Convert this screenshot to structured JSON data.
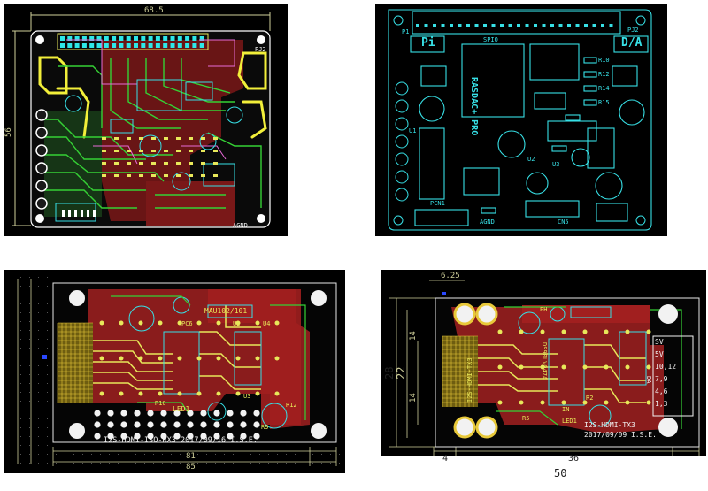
{
  "panel1": {
    "dim_top": "68.5",
    "dim_left": "56",
    "label_pj2": "PJ2",
    "label_agnd": "AGND"
  },
  "panel2": {
    "label_pi": "Pi",
    "label_da": "D/A",
    "label_p1": "P1",
    "label_pj2": "PJ2",
    "label_board": "RASDAC+ PRO",
    "label_spio": "SPIO",
    "label_agnd": "AGND",
    "label_pcn1": "PCN1",
    "label_cn5": "CN5",
    "label_u1": "U1",
    "label_u2": "U2",
    "label_u3": "U3",
    "label_r10": "R10",
    "label_r12": "R12",
    "label_r14": "R14",
    "label_r15": "R15"
  },
  "panel3": {
    "silk_title": "I2S-HDMI-ISO-RX3  2017/09/16  I.S.E.",
    "label_mau": "MAU102/101",
    "label_led1": "LED1",
    "label_bottom_dim": "81",
    "label_bottom_dim2": "85",
    "label_pc6": "PC6",
    "label_u2": "U2",
    "label_u3": "U3",
    "label_u4": "U4",
    "label_r9": "R9",
    "label_r10": "R10",
    "label_r12": "R12"
  },
  "panel4": {
    "silk_title": "I2S-HDMI-TX3",
    "silk_date": "2017/09/09  I.S.E.",
    "label_led1": "LED1",
    "label_r5": "R5",
    "label_r2": "R2",
    "label_in": "IN",
    "label_chip": "DS90LV047A",
    "dim_top": "6.25",
    "dim_28": "28",
    "dim_22": "22",
    "dim_14a": "14",
    "dim_14b": "14",
    "dim_4": "4",
    "dim_36": "36",
    "dim_50": "50",
    "pin_header": "SV",
    "pins": [
      "5V",
      "10,12",
      "7,9",
      "4,6",
      "1,3"
    ],
    "label_hdmi": "I2S-HDMI-TX3",
    "label_ph": "PH",
    "label_da": "DA"
  }
}
